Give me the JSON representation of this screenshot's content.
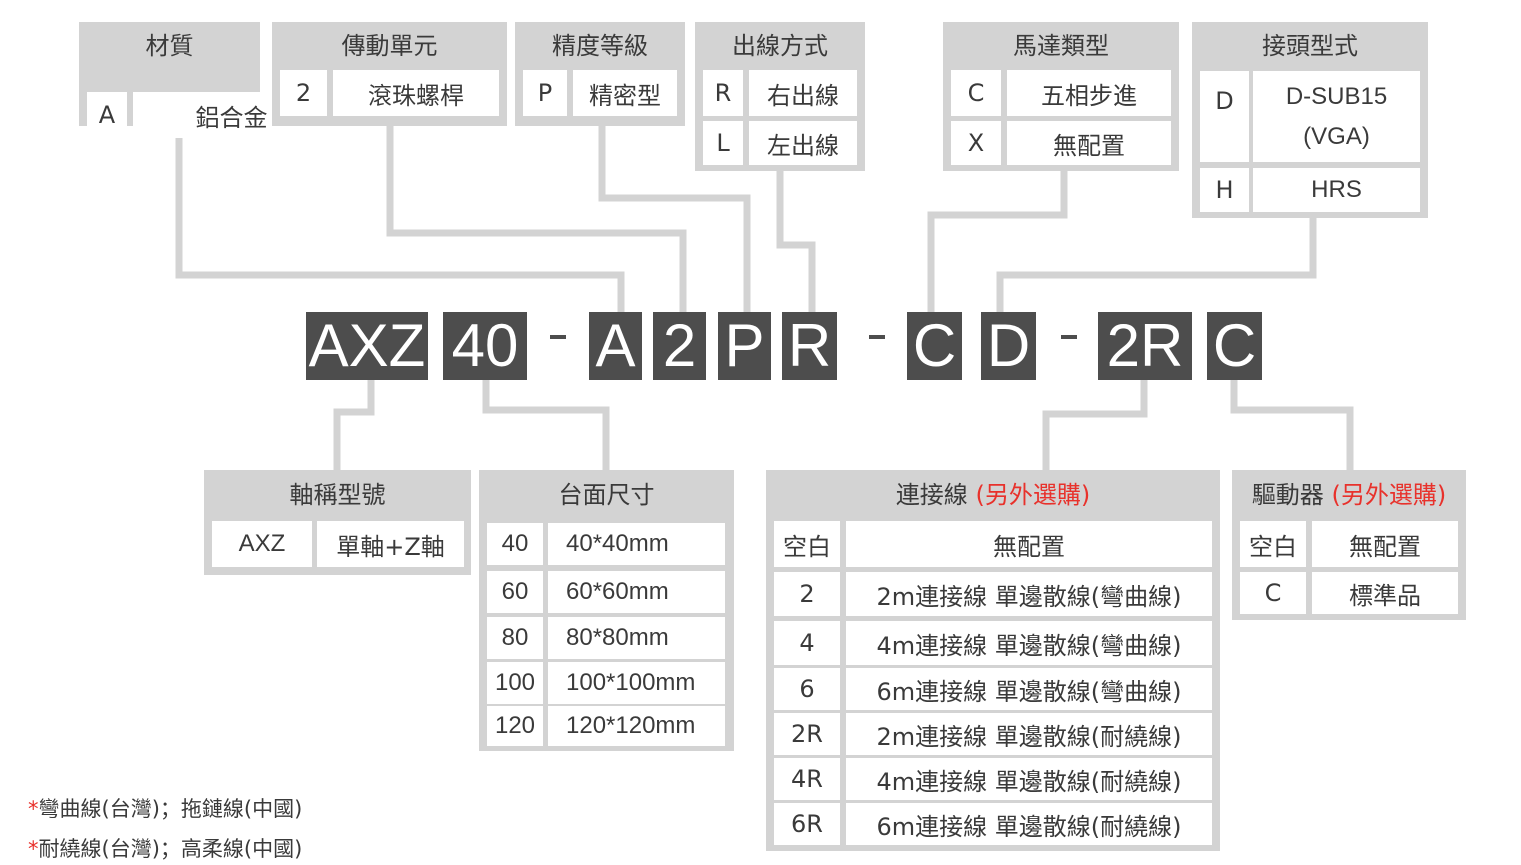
{
  "model_code": {
    "segments": [
      "AXZ",
      "40",
      "A",
      "2",
      "P",
      "R",
      "C",
      "D",
      "2R",
      "C"
    ]
  },
  "top_boxes": {
    "material": {
      "title": "材質",
      "rows": [
        {
          "code": "A",
          "label": "鋁合金"
        }
      ]
    },
    "drive_unit": {
      "title": "傳動單元",
      "rows": [
        {
          "code": "2",
          "label": "滾珠螺桿"
        }
      ]
    },
    "precision": {
      "title": "精度等級",
      "rows": [
        {
          "code": "P",
          "label": "精密型"
        }
      ]
    },
    "cable_exit": {
      "title": "出線方式",
      "rows": [
        {
          "code": "R",
          "label": "右出線"
        },
        {
          "code": "L",
          "label": "左出線"
        }
      ]
    },
    "motor_type": {
      "title": "馬達類型",
      "rows": [
        {
          "code": "C",
          "label": "五相步進"
        },
        {
          "code": "X",
          "label": "無配置"
        }
      ]
    },
    "connector_type": {
      "title": "接頭型式",
      "rows": [
        {
          "code": "D",
          "label": "D-SUB15\n(VGA)"
        },
        {
          "code": "H",
          "label": "HRS"
        }
      ]
    }
  },
  "bottom_boxes": {
    "axis_name": {
      "title": "軸稱型號",
      "rows": [
        {
          "code": "AXZ",
          "label": "單軸+Z軸"
        }
      ]
    },
    "table_size": {
      "title": "台面尺寸",
      "rows": [
        {
          "code": "40",
          "label": "40*40mm"
        },
        {
          "code": "60",
          "label": "60*60mm"
        },
        {
          "code": "80",
          "label": "80*80mm"
        },
        {
          "code": "100",
          "label": "100*100mm"
        },
        {
          "code": "120",
          "label": "120*120mm"
        }
      ]
    },
    "cable": {
      "title": "連接線",
      "title_note": "(另外選購)",
      "rows": [
        {
          "code": "空白",
          "label": "無配置"
        },
        {
          "code": "2",
          "label": "2m連接線 單邊散線(彎曲線)"
        },
        {
          "code": "4",
          "label": "4m連接線 單邊散線(彎曲線)"
        },
        {
          "code": "6",
          "label": "6m連接線 單邊散線(彎曲線)"
        },
        {
          "code": "2R",
          "label": "2m連接線 單邊散線(耐繞線)"
        },
        {
          "code": "4R",
          "label": "4m連接線 單邊散線(耐繞線)"
        },
        {
          "code": "6R",
          "label": "6m連接線 單邊散線(耐繞線)"
        }
      ]
    },
    "driver": {
      "title": "驅動器",
      "title_note": "(另外選購)",
      "rows": [
        {
          "code": "空白",
          "label": "無配置"
        },
        {
          "code": "C",
          "label": "標準品"
        }
      ]
    }
  },
  "footnotes": [
    {
      "mark": "*",
      "text": "彎曲線(台灣)；拖鏈線(中國)"
    },
    {
      "mark": "*",
      "text": "耐繞線(台灣)；高柔線(中國)"
    }
  ],
  "colors": {
    "box_fill": "#d3d3d3",
    "code_fill": "#4d4d4d",
    "connector": "#d3d3d3",
    "accent_red": "#e8312b"
  }
}
